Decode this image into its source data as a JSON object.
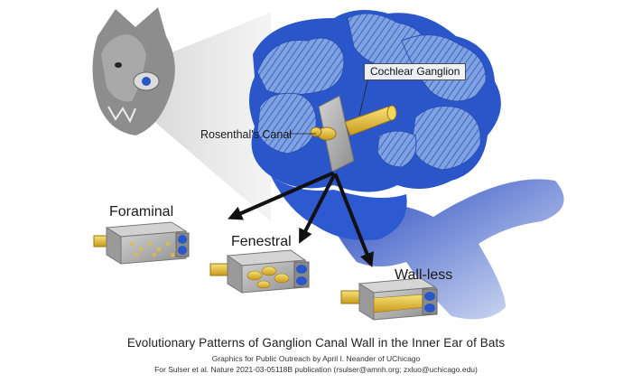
{
  "labels": {
    "cochlear_ganglion": "Cochlear Ganglion",
    "rosenthals_canal": "Rosenthal's Canal",
    "foraminal": "Foraminal",
    "fenestral": "Fenestral",
    "wall_less": "Wall-less"
  },
  "caption": {
    "title": "Evolutionary Patterns of Ganglion Canal Wall in the Inner Ear of Bats",
    "credit_line1": "Graphics for Public Outreach by April I. Neander of UChicago",
    "credit_line2": "For Sulser et al. Nature 2021-03-05118B publication (rsulser@amnh.org; zxluo@uchicago.edu)"
  },
  "colors": {
    "cochlea_blue": "#2a56c9",
    "cochlea_light": "#7fa0dd",
    "ganglion_gold": "#e6c23a",
    "canal_gray": "#a9a9a9",
    "arrow": "#111111"
  },
  "icons": {
    "bat": "bat-head-illustration",
    "arrows": "branching-arrows"
  }
}
